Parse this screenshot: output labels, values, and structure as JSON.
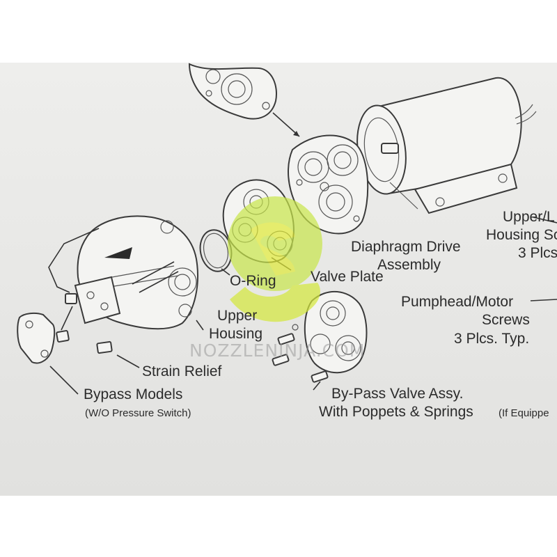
{
  "diagram": {
    "watermark": "NOZZLENINJA.COM",
    "labels": {
      "diaphragm_line1": "Diaphragm Drive",
      "diaphragm_line2": "Assembly",
      "upper_screws_line1": "Upper/L",
      "upper_screws_line2": "Housing Sc",
      "upper_screws_line3": "3 Plcs",
      "o_ring": "O-Ring",
      "valve_plate": "Valve Plate",
      "upper_housing_line1": "Upper",
      "upper_housing_line2": "Housing",
      "pumphead_line1": "Pumphead/Motor",
      "pumphead_line2": "Screws",
      "pumphead_line3": "3 Plcs. Typ.",
      "strain_relief": "Strain Relief",
      "bypass_models": "Bypass Models",
      "bypass_models_note": "(W/O Pressure Switch)",
      "bypass_valve_line1": "By-Pass Valve Assy.",
      "bypass_valve_line2": "With Poppets & Springs",
      "bypass_valve_note": "(If Equippe"
    },
    "colors": {
      "logo_green": "#c8e64a",
      "logo_yellow": "#e8ea2e",
      "ink": "#2b2b2b"
    }
  }
}
